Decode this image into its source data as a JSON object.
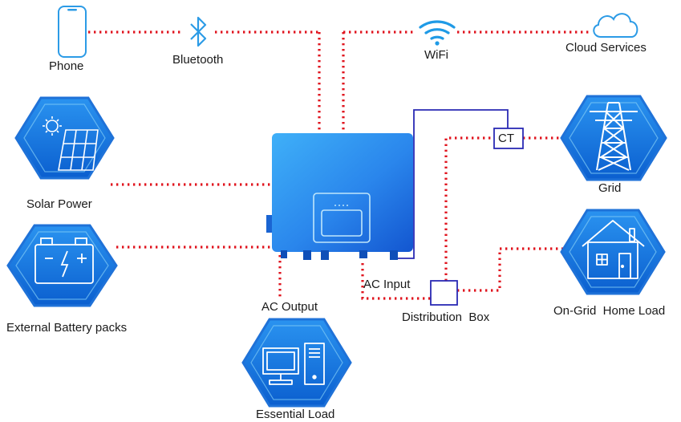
{
  "labels": {
    "phone": "Phone",
    "bluetooth": "Bluetooth",
    "wifi": "WiFi",
    "cloud": "Cloud Services",
    "solar": "Solar Power",
    "battery": "External Battery packs",
    "grid": "Grid",
    "ct": "CT",
    "ac_input": "AC Input",
    "distribution_box": "Distribution  Box",
    "ac_output": "AC Output",
    "essential_load": "Essential Load",
    "home_load": "On-Grid  Home Load"
  },
  "icons": {
    "phone": "phone-icon",
    "bluetooth": "bluetooth-icon",
    "wifi": "wifi-icon",
    "cloud": "cloud-icon",
    "solar": "solar-panel-icon",
    "battery": "battery-icon",
    "grid": "power-tower-icon",
    "home": "house-icon",
    "computer": "computer-icon",
    "inverter": "inverter-icon"
  },
  "colors": {
    "dotted_link": "#e0141e",
    "ct_wire": "#2a2ab4",
    "hex_fill": "#1273d9",
    "hex_border": "#0a4fb0",
    "inverter_top": "#3aa8f6",
    "inverter_bottom": "#1460d4",
    "accent_light": "#49b6f2"
  }
}
